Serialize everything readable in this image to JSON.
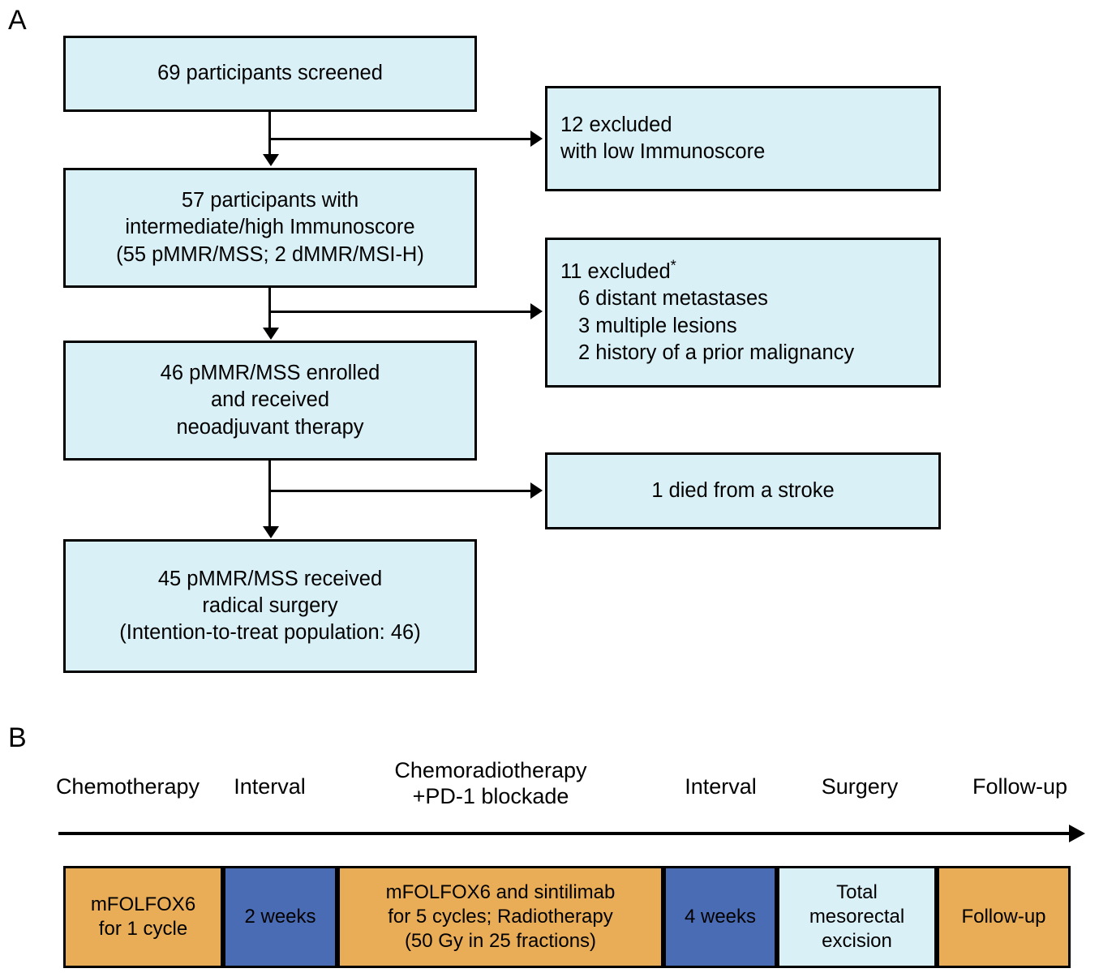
{
  "figure": {
    "panels": [
      {
        "letter": "A"
      },
      {
        "letter": "B"
      }
    ]
  },
  "colors": {
    "box_fill_light_blue": "#d9f0f7",
    "box_border": "#000000",
    "segment_orange": "#e9ac57",
    "segment_blue": "#4a6cb5",
    "segment_light_blue": "#d9f0f7",
    "text": "#000000"
  },
  "panel_a": {
    "main_boxes": [
      {
        "id": "screened",
        "text": "69 participants screened"
      },
      {
        "id": "immunoscore",
        "text": "57 participants with\nintermediate/high Immunoscore\n(55 pMMR/MSS; 2 dMMR/MSI-H)"
      },
      {
        "id": "enrolled",
        "text": "46 pMMR/MSS enrolled\nand received\nneoadjuvant therapy"
      },
      {
        "id": "radical-surgery",
        "text": "45 pMMR/MSS received\nradical surgery\n(Intention-to-treat population: 46)"
      }
    ],
    "exclusion_boxes": [
      {
        "id": "excluded-low-immunoscore",
        "text": "12 excluded\n with low Immunoscore",
        "has_asterisk": false
      },
      {
        "id": "excluded-eleven",
        "text": "11 excluded",
        "has_asterisk": true,
        "sub_items": [
          "6 distant metastases",
          "3 multiple lesions",
          "2 history of a prior malignancy"
        ]
      },
      {
        "id": "died-stroke",
        "text": "1 died from a stroke",
        "has_asterisk": false
      }
    ],
    "asterisk": "*"
  },
  "panel_b": {
    "timeline_labels": [
      {
        "id": "chemotherapy",
        "text": "Chemotherapy"
      },
      {
        "id": "interval-1",
        "text": "Interval"
      },
      {
        "id": "chemoradiotherapy",
        "text": "Chemoradiotherapy\n+PD-1 blockade"
      },
      {
        "id": "interval-2",
        "text": "Interval"
      },
      {
        "id": "surgery",
        "text": "Surgery"
      },
      {
        "id": "follow-up",
        "text": "Follow-up"
      }
    ],
    "segments": [
      {
        "id": "mfolfox6-1cycle",
        "text": "mFOLFOX6\nfor 1 cycle",
        "color": "orange"
      },
      {
        "id": "two-weeks",
        "text": "2 weeks",
        "color": "blue"
      },
      {
        "id": "crt-sintilimab",
        "text": "mFOLFOX6 and sintilimab\nfor 5 cycles; Radiotherapy\n(50 Gy in 25 fractions)",
        "color": "orange"
      },
      {
        "id": "four-weeks",
        "text": "4 weeks",
        "color": "blue"
      },
      {
        "id": "total-mesorectal",
        "text": "Total\nmesorectal\nexcision",
        "color": "lightblue"
      },
      {
        "id": "follow-up-seg",
        "text": "Follow-up",
        "color": "orange"
      }
    ]
  }
}
